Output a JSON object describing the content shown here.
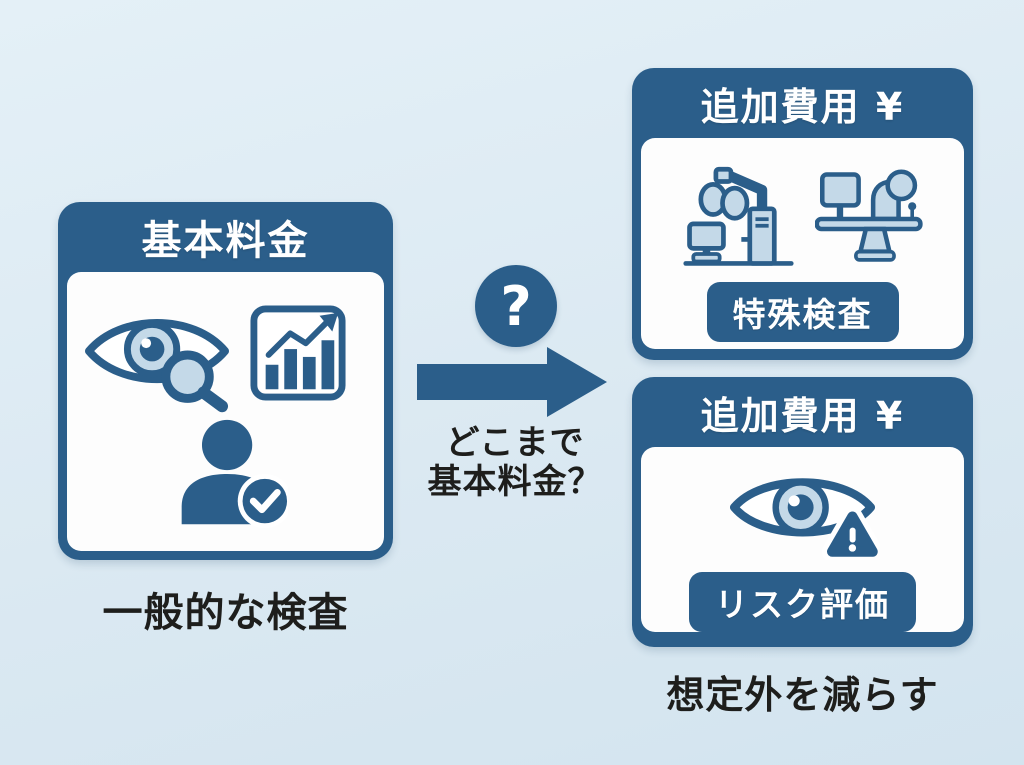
{
  "colors": {
    "background": "#dbe9f2",
    "primary": "#2b5e8a",
    "card_white": "#fdfdfd",
    "icon_fill": "#c4d9e8",
    "text_dark": "#1e1e1c"
  },
  "left_card": {
    "header": "基本料金",
    "caption": "一般的な検査",
    "icons": [
      "eye-magnifier-icon",
      "bar-chart-icon",
      "person-check-icon"
    ]
  },
  "connector": {
    "question": "?",
    "label_line1": "どこまで",
    "label_line2": "基本料金？"
  },
  "top_right_card": {
    "header": "追加費用 ¥",
    "badge": "特殊検査",
    "icons": [
      "surgical-microscope-icon",
      "phoropter-machine-icon"
    ]
  },
  "bottom_right_card": {
    "header": "追加費用 ¥",
    "badge": "リスク評価",
    "caption": "想定外を減らす",
    "icons": [
      "eye-warning-icon"
    ]
  }
}
